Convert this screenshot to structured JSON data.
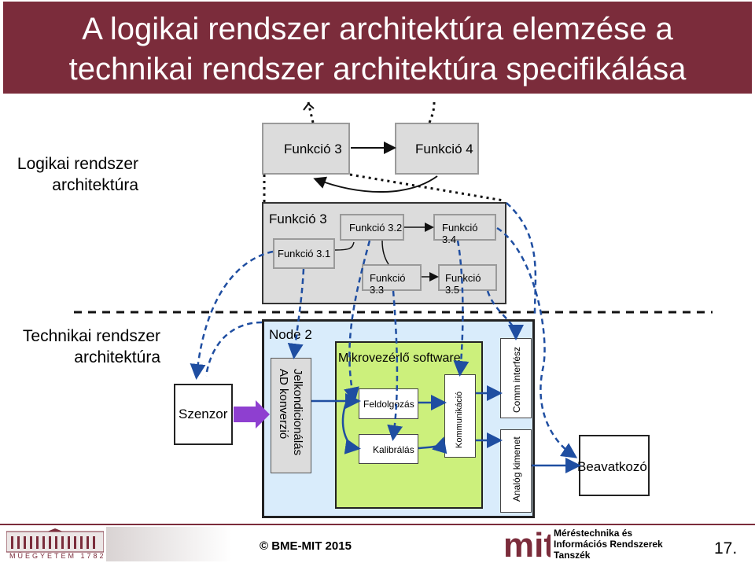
{
  "title": {
    "line1": "A logikai rendszer architektúra elemzése a",
    "line2": "technikai rendszer architektúra specifikálása"
  },
  "logical_label": {
    "line1": "Logikai rendszer",
    "line2": "architektúra"
  },
  "technical_label": {
    "line1": "Technikai rendszer",
    "line2": "architektúra"
  },
  "logical": {
    "func3": "Funkció 3",
    "func4": "Funkció 4",
    "sub_container_label": "Funkció 3",
    "func31": "Funkció 3.1",
    "func32": "Funkció 3.2",
    "func33": "Funkció 3.3",
    "func34": "Funkció 3.4",
    "func35": "Funkció 3.5"
  },
  "technical": {
    "sensor": "Szenzor",
    "node": "Node 2",
    "signal_line1": "Jelkondicionálás",
    "signal_line2": "AD konverzió",
    "micro_software": "Mikrovezérlő software",
    "processing": "Feldolgozás",
    "calibration": "Kalibrálás",
    "communication": "Kommunikáció",
    "comm_interface": "Comm interfész",
    "analog_output": "Analóg kimenet",
    "actuator": "Beavatkozó"
  },
  "footer": {
    "copyright": "© BME-MIT 2015",
    "dept_line1": "Méréstechnika és",
    "dept_line2": "Információs Rendszerek",
    "dept_line3": "Tanszék",
    "logo_text": "mit",
    "page_number": "17.",
    "university_caption": "MŰEGYETEM 1782"
  },
  "colors": {
    "title_bg": "#7b2c3b",
    "box_fill": "#dcdcdc",
    "node_fill": "#d9ecfb",
    "software_fill": "#ccf07c",
    "arrow_blue": "#1f4ea1",
    "sensor_arrow": "#8e3fd0",
    "footer_logo_red": "#7b2c3b"
  },
  "icons": {
    "copyright": "copyright-icon",
    "university": "university-building-icon",
    "dept_logo": "mit-logo-icon"
  }
}
